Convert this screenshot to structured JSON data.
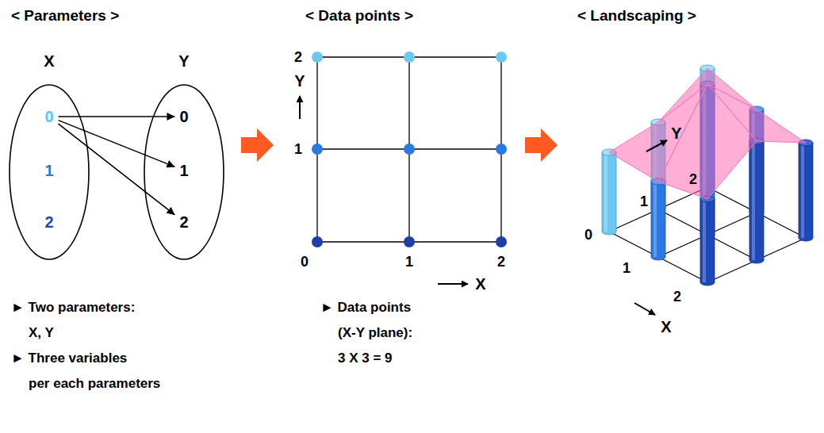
{
  "diagram": {
    "nodes": [
      {
        "text": [
          "X"
        ]
      },
      {
        "text": [
          "0"
        ],
        "in": 0
      },
      {
        "text": [
          "1"
        ],
        "in": 0
      },
      {
        "text": [
          "2"
        ],
        "in": 0
      },
      {
        "text": [
          "Y"
        ]
      },
      {
        "text": [
          "0"
        ],
        "in": 4
      },
      {
        "text": [
          "1"
        ],
        "in": 4
      },
      {
        "text": [
          "2"
        ],
        "in": 4
      }
    ],
    "edges": [
      {
        "from": 1,
        "to": 5,
        "arrow": "to"
      },
      {
        "from": 1,
        "to": 6,
        "arrow": "to"
      },
      {
        "from": 1,
        "to": 7,
        "arrow": "to"
      }
    ],
    "labels": [
      "< Parameters >",
      "► Two parameters:",
      "X, Y",
      "► Three variables",
      "per each parameters",
      "< Data points >",
      "Y",
      "2",
      "1",
      "0",
      "1",
      "2",
      "X",
      "► Data points",
      "(X-Y plane):",
      "3 X 3 = 9",
      "< Landscaping >",
      "Y",
      "2",
      "1",
      "0",
      "1",
      "2",
      "X"
    ]
  }
}
